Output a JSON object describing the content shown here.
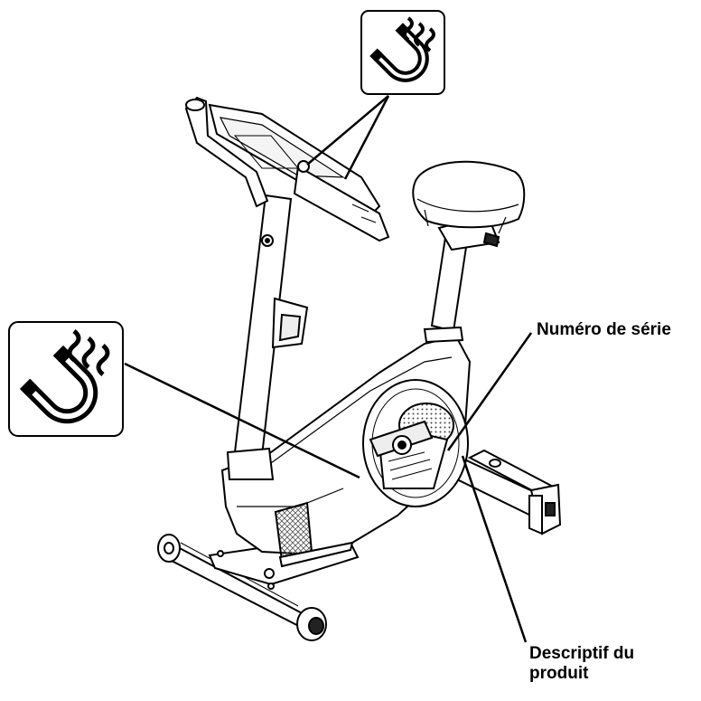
{
  "labels": {
    "serial_number": "Numéro de série",
    "product_descriptor_line1": "Descriptif du",
    "product_descriptor_line2": "produit"
  },
  "icons": {
    "top_warning": "magnet-warning-icon",
    "left_warning": "magnet-warning-icon"
  },
  "colors": {
    "ink": "#000000",
    "background": "#ffffff"
  }
}
